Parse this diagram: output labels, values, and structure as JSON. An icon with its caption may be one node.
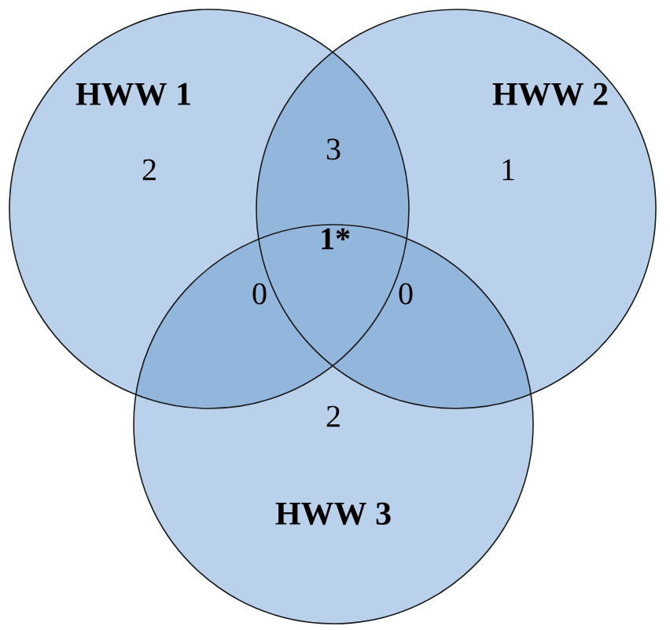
{
  "diagram": {
    "nodes": [
      {
        "text": [
          "HWW 1"
        ]
      },
      {
        "text": [
          "HWW 2"
        ]
      },
      {
        "text": [
          "HWW 3"
        ]
      }
    ],
    "labels": [
      "2",
      "3",
      "1",
      "1*",
      "0",
      "0",
      "2"
    ]
  }
}
